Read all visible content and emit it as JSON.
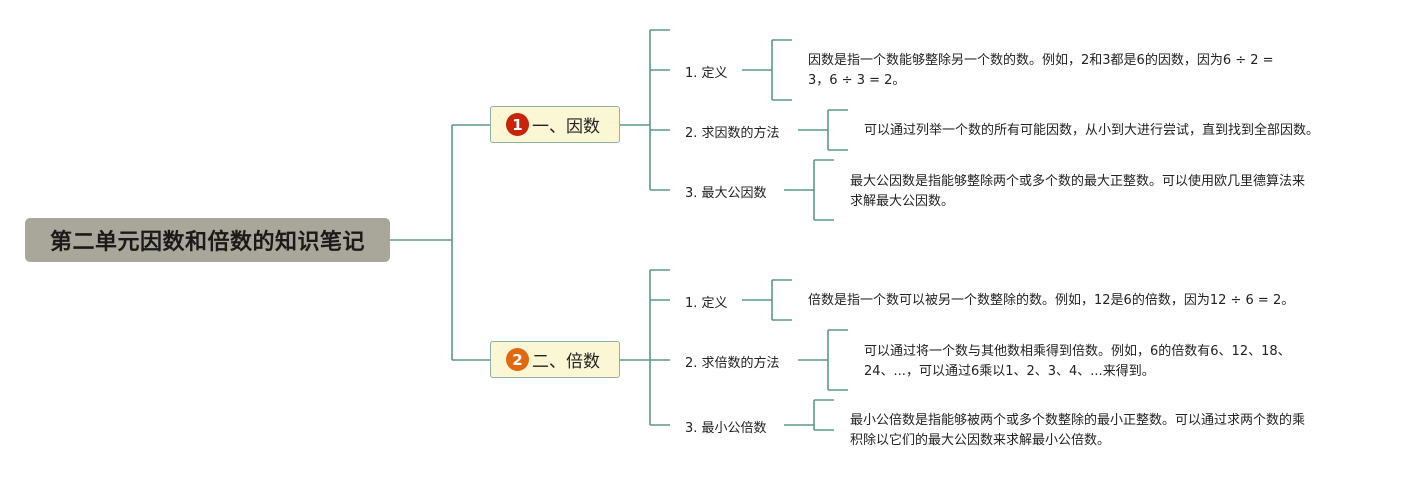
{
  "title": "第二单元因数和倍数的知识笔记",
  "colors": {
    "line": "#5b9a87",
    "root_bg": "#a9a79a",
    "branch_bg": "#fbf6d4",
    "badge1": "#c8240b",
    "badge2": "#e0690f"
  },
  "branches": [
    {
      "number": "1",
      "label": "一、因数",
      "children": [
        {
          "label": "1. 定义",
          "desc": [
            "因数是指一个数能够整除另一个数的数。例如，2和3都是6的因数，因为6 ÷ 2 =",
            "3，6 ÷ 3 = 2。"
          ]
        },
        {
          "label": "2. 求因数的方法",
          "desc": [
            "可以通过列举一个数的所有可能因数，从小到大进行尝试，直到找到全部因数。"
          ]
        },
        {
          "label": "3. 最大公因数",
          "desc": [
            "最大公因数是指能够整除两个或多个数的最大正整数。可以使用欧几里德算法来",
            "求解最大公因数。"
          ]
        }
      ]
    },
    {
      "number": "2",
      "label": "二、倍数",
      "children": [
        {
          "label": "1. 定义",
          "desc": [
            "倍数是指一个数可以被另一个数整除的数。例如，12是6的倍数，因为12 ÷ 6 = 2。"
          ]
        },
        {
          "label": "2. 求倍数的方法",
          "desc": [
            "可以通过将一个数与其他数相乘得到倍数。例如，6的倍数有6、12、18、",
            "24、...，可以通过6乘以1、2、3、4、...来得到。"
          ]
        },
        {
          "label": "3. 最小公倍数",
          "desc": [
            "最小公倍数是指能够被两个或多个数整除的最小正整数。可以通过求两个数的乘",
            "积除以它们的最大公因数来求解最小公倍数。"
          ]
        }
      ]
    }
  ]
}
